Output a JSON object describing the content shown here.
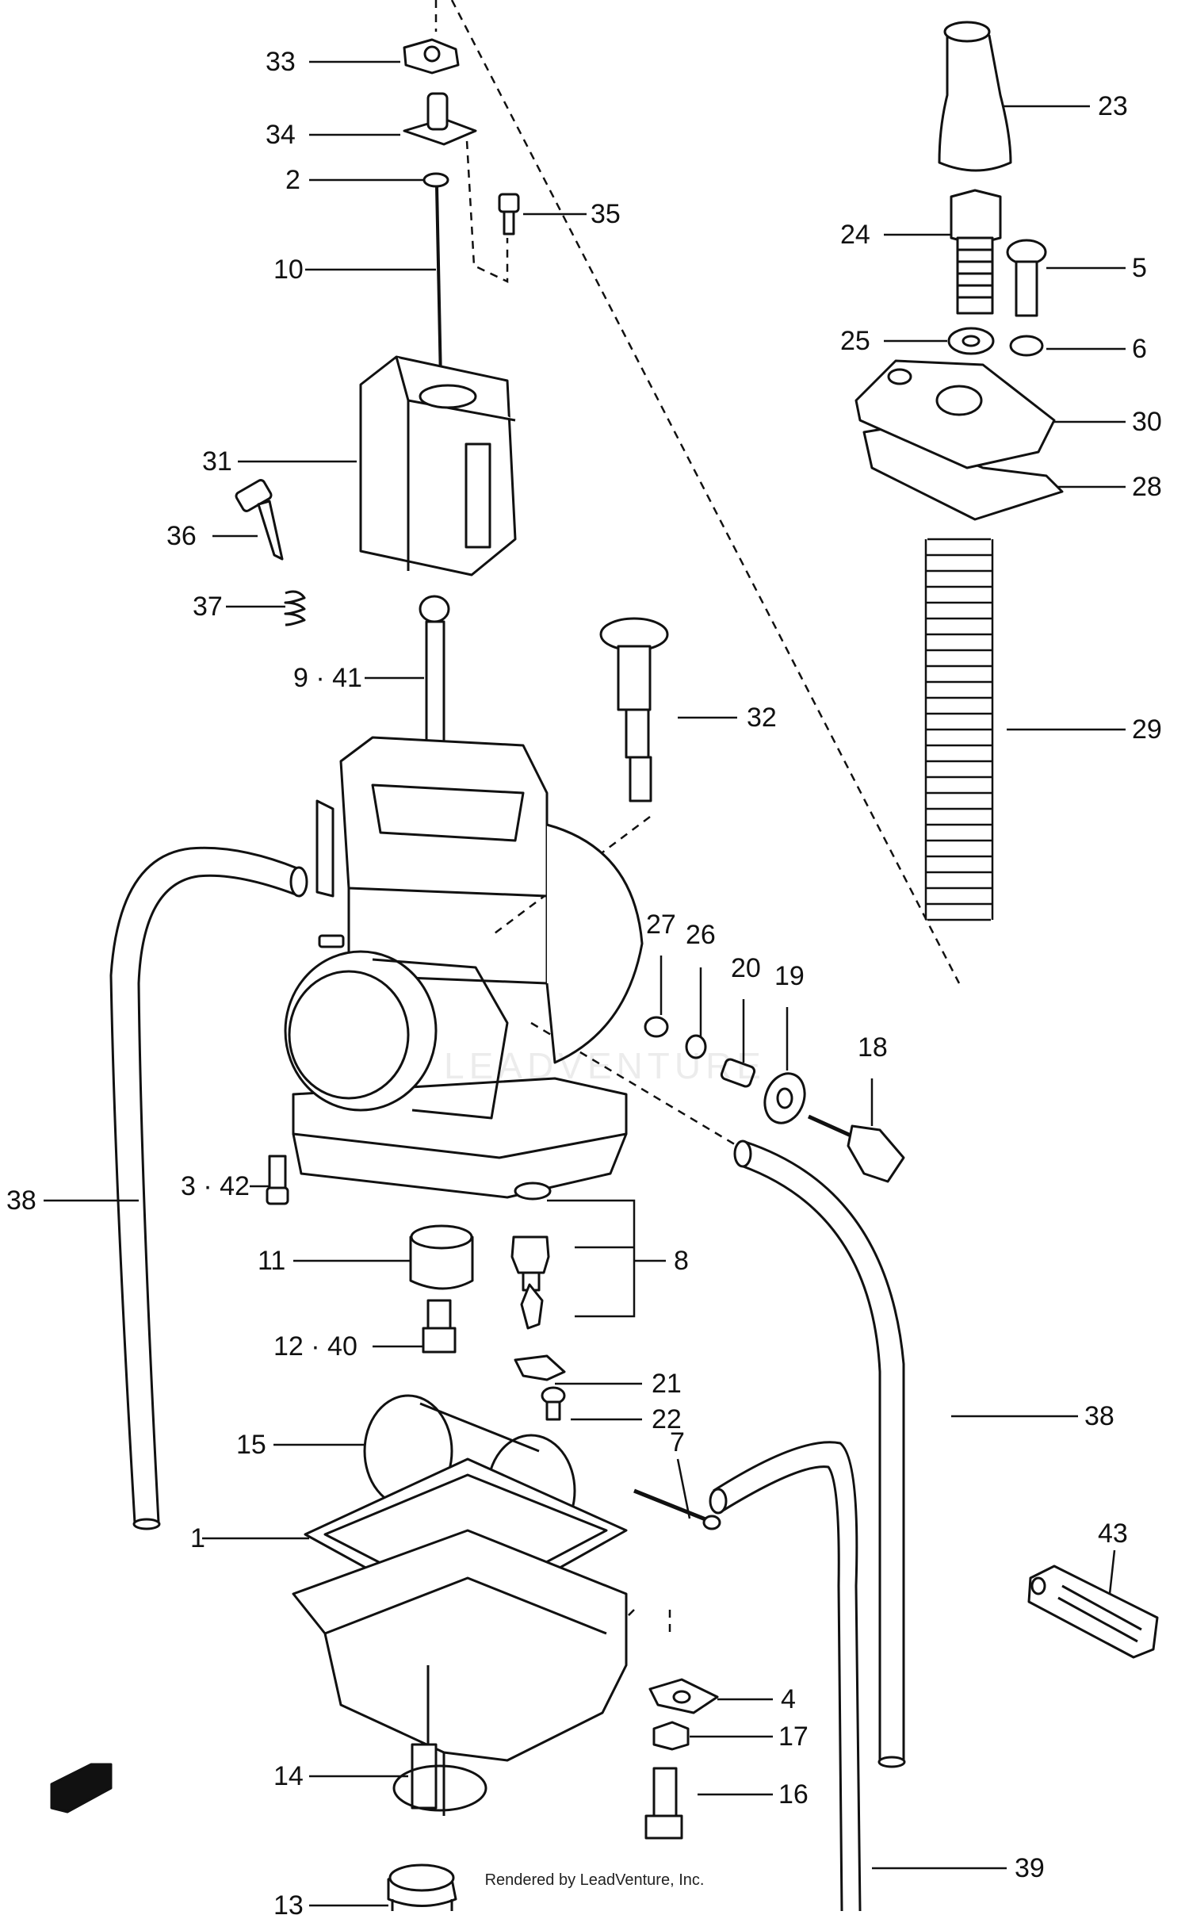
{
  "footer": "Rendered by LeadVenture, Inc.",
  "watermark": "LEADVENTURE",
  "colors": {
    "ink": "#111111",
    "background": "#ffffff"
  },
  "callouts": [
    {
      "id": "33",
      "label": "33"
    },
    {
      "id": "34",
      "label": "34"
    },
    {
      "id": "2",
      "label": "2"
    },
    {
      "id": "35",
      "label": "35"
    },
    {
      "id": "10",
      "label": "10"
    },
    {
      "id": "31",
      "label": "31"
    },
    {
      "id": "36",
      "label": "36"
    },
    {
      "id": "37",
      "label": "37"
    },
    {
      "id": "9-41",
      "label": "9 · 41"
    },
    {
      "id": "23",
      "label": "23"
    },
    {
      "id": "24",
      "label": "24"
    },
    {
      "id": "5",
      "label": "5"
    },
    {
      "id": "25",
      "label": "25"
    },
    {
      "id": "6",
      "label": "6"
    },
    {
      "id": "30",
      "label": "30"
    },
    {
      "id": "28",
      "label": "28"
    },
    {
      "id": "29",
      "label": "29"
    },
    {
      "id": "32",
      "label": "32"
    },
    {
      "id": "27",
      "label": "27"
    },
    {
      "id": "26",
      "label": "26"
    },
    {
      "id": "20",
      "label": "20"
    },
    {
      "id": "19",
      "label": "19"
    },
    {
      "id": "18",
      "label": "18"
    },
    {
      "id": "38a",
      "label": "38"
    },
    {
      "id": "3-42",
      "label": "3 · 42"
    },
    {
      "id": "11",
      "label": "11"
    },
    {
      "id": "8",
      "label": "8"
    },
    {
      "id": "12-40",
      "label": "12 · 40"
    },
    {
      "id": "21",
      "label": "21"
    },
    {
      "id": "22",
      "label": "22"
    },
    {
      "id": "15",
      "label": "15"
    },
    {
      "id": "38b",
      "label": "38"
    },
    {
      "id": "7",
      "label": "7"
    },
    {
      "id": "1",
      "label": "1"
    },
    {
      "id": "43",
      "label": "43"
    },
    {
      "id": "4",
      "label": "4"
    },
    {
      "id": "17",
      "label": "17"
    },
    {
      "id": "14",
      "label": "14"
    },
    {
      "id": "16",
      "label": "16"
    },
    {
      "id": "13",
      "label": "13"
    },
    {
      "id": "39",
      "label": "39"
    }
  ]
}
